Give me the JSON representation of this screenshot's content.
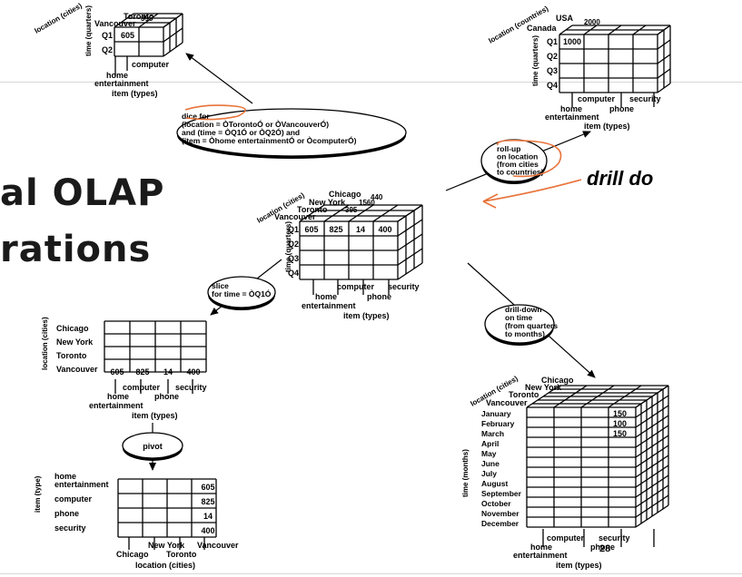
{
  "slide": {
    "title_line1": "al OLAP",
    "title_line2": "rations",
    "page_number": "28"
  },
  "annotation": {
    "handwriting": "drill do"
  },
  "labels": {
    "location_cities": "location (cities)",
    "location_countries": "location (countries)",
    "time_quarters": "time (quarters)",
    "time_months": "time (months)",
    "item_types": "item (types)",
    "item_types_short": "item (type)"
  },
  "item_types": [
    "home entertainment",
    "computer",
    "phone",
    "security"
  ],
  "quarters": [
    "Q1",
    "Q2",
    "Q3",
    "Q4"
  ],
  "central_cube": {
    "cities": [
      "Chicago",
      "New York",
      "Toronto",
      "Vancouver"
    ],
    "back_values": [
      "440",
      "1560",
      "395"
    ],
    "q1_vancouver": [
      "605",
      "825",
      "14",
      "400"
    ]
  },
  "dice": {
    "label": "dice for (location = ÒTorontoÓ or ÒVancouverÓ) and (time = ÒQ1Ó or ÒQ2Ó) and (item = Òhome entertainmentÓ or ÒcomputerÓ)",
    "lines": [
      "dice for",
      "(location = ÒTorontoÓ or ÒVancouverÓ)",
      "and (time = ÒQ1Ó or ÒQ2Ó) and",
      "(item = Òhome entertainmentÓ or ÒcomputerÓ)"
    ],
    "cube": {
      "cities": [
        "Toronto",
        "Vancouver"
      ],
      "toronto_value": "395",
      "quarters": [
        "Q1",
        "Q2"
      ],
      "q1_value": "605",
      "items": [
        "computer",
        "home",
        "entertainment"
      ]
    }
  },
  "rollup": {
    "lines": [
      "roll-up",
      "on location",
      "(from cities",
      "to countries)"
    ],
    "cube": {
      "countries": [
        "USA",
        "Canada"
      ],
      "usa_value": "2000",
      "q1_value": "1000"
    }
  },
  "slice": {
    "lines": [
      "slice",
      "for time = ÒQ1Ó"
    ],
    "table": {
      "rows": [
        "Chicago",
        "New York",
        "Toronto",
        "Vancouver"
      ],
      "vancouver_values": [
        "605",
        "825",
        "14",
        "400"
      ]
    }
  },
  "pivot": {
    "label": "pivot",
    "table": {
      "rows": [
        "home entertainment",
        "computer",
        "phone",
        "security"
      ],
      "vancouver_values": [
        "605",
        "825",
        "14",
        "400"
      ],
      "columns": [
        "Chicago",
        "New York",
        "Toronto",
        "Vancouver"
      ]
    }
  },
  "drilldown": {
    "lines": [
      "drill-down",
      "on time",
      "(from quarters",
      "to months)"
    ],
    "cube": {
      "cities": [
        "Chicago",
        "New York",
        "Toronto",
        "Vancouver"
      ],
      "months": [
        "January",
        "February",
        "March",
        "April",
        "May",
        "June",
        "July",
        "August",
        "September",
        "October",
        "November",
        "December"
      ],
      "values": [
        "150",
        "100",
        "150"
      ]
    }
  },
  "colors": {
    "ink": "#000000",
    "annotation": "#e8733a",
    "title": "#1a1a1a"
  }
}
